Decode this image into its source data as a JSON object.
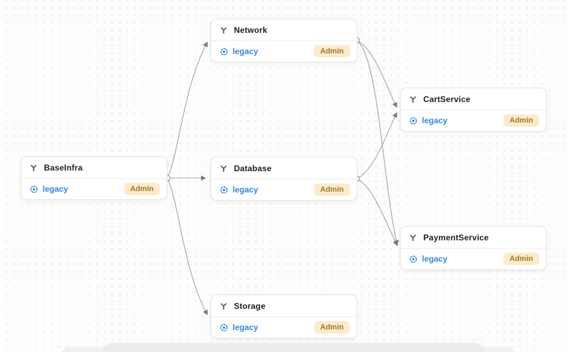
{
  "graph": {
    "nodes": [
      {
        "title": "BaseInfra",
        "space": "legacy",
        "badge": "Admin"
      },
      {
        "title": "Network",
        "space": "legacy",
        "badge": "Admin"
      },
      {
        "title": "Database",
        "space": "legacy",
        "badge": "Admin"
      },
      {
        "title": "Storage",
        "space": "legacy",
        "badge": "Admin"
      },
      {
        "title": "CartService",
        "space": "legacy",
        "badge": "Admin"
      },
      {
        "title": "PaymentService",
        "space": "legacy",
        "badge": "Admin"
      }
    ],
    "edges": [
      {
        "from": "BaseInfra",
        "to": "Network"
      },
      {
        "from": "BaseInfra",
        "to": "Database"
      },
      {
        "from": "BaseInfra",
        "to": "Storage"
      },
      {
        "from": "Network",
        "to": "CartService"
      },
      {
        "from": "Network",
        "to": "PaymentService"
      },
      {
        "from": "Database",
        "to": "CartService"
      },
      {
        "from": "Database",
        "to": "PaymentService"
      }
    ],
    "icons": {
      "node_header": "stack-branch-icon",
      "space_label": "space-dashed-circle-icon"
    },
    "colors": {
      "space_link": "#2f86eb",
      "badge_bg": "#fbeacb",
      "badge_text": "#9e7b20",
      "edge": "#a3a3a3",
      "node_border": "#e7e7e4",
      "background_dot": "#e5e5e5"
    }
  }
}
